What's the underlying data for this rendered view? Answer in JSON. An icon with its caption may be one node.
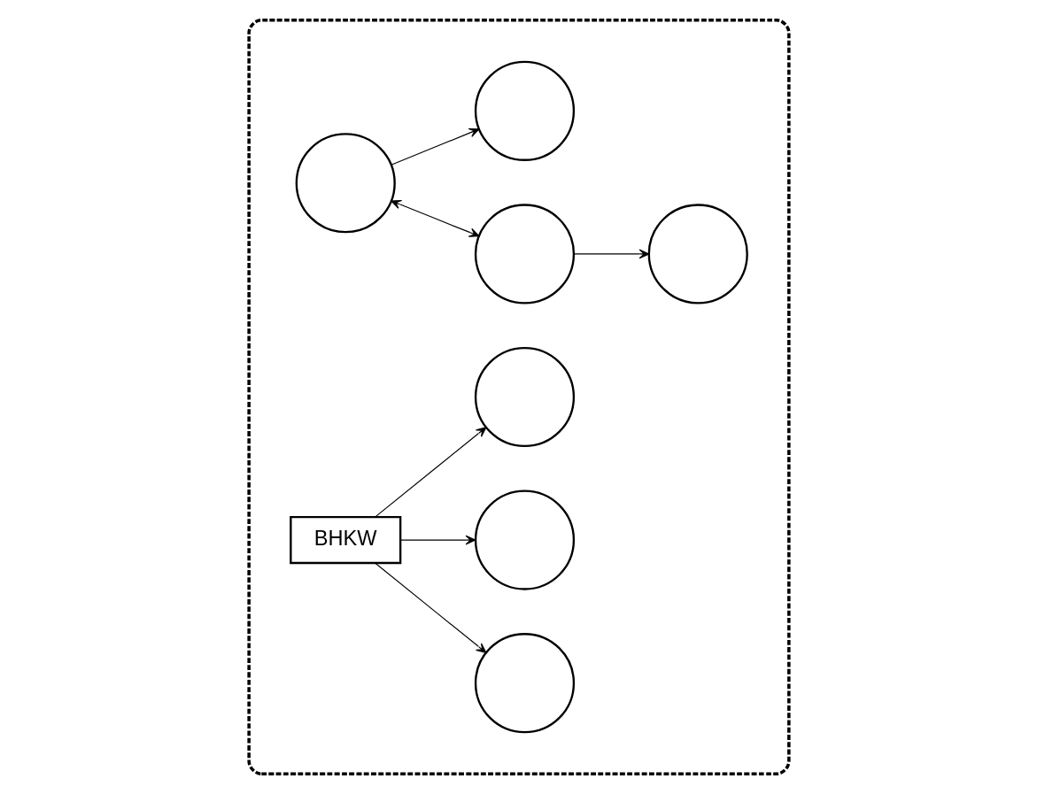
{
  "diagram": {
    "nodes": [
      {
        "text": [],
        "shape": "ellipse"
      },
      {
        "text": [],
        "shape": "circle",
        "in": 0
      },
      {
        "text": [],
        "shape": "circle",
        "in": 0
      },
      {
        "text": [],
        "shape": "circle",
        "in": 0
      },
      {
        "text": [],
        "shape": "circle",
        "in": 0
      },
      {
        "text": [],
        "shape": "circle",
        "in": 0
      },
      {
        "text": [
          "BHKW"
        ],
        "in": 0
      },
      {
        "text": [],
        "shape": "circle",
        "in": 0
      },
      {
        "text": [],
        "shape": "circle",
        "in": 0
      }
    ],
    "edges": [
      {
        "from": 1,
        "to": 2,
        "arrow": "both"
      },
      {
        "from": 2,
        "to": 3,
        "arrow": "to"
      },
      {
        "from": 1,
        "to": 4,
        "arrow": "to"
      },
      {
        "from": 6,
        "to": 5,
        "arrow": "to"
      },
      {
        "from": 6,
        "to": 7,
        "arrow": "to"
      },
      {
        "from": 6,
        "to": 8,
        "arrow": "to"
      }
    ]
  }
}
